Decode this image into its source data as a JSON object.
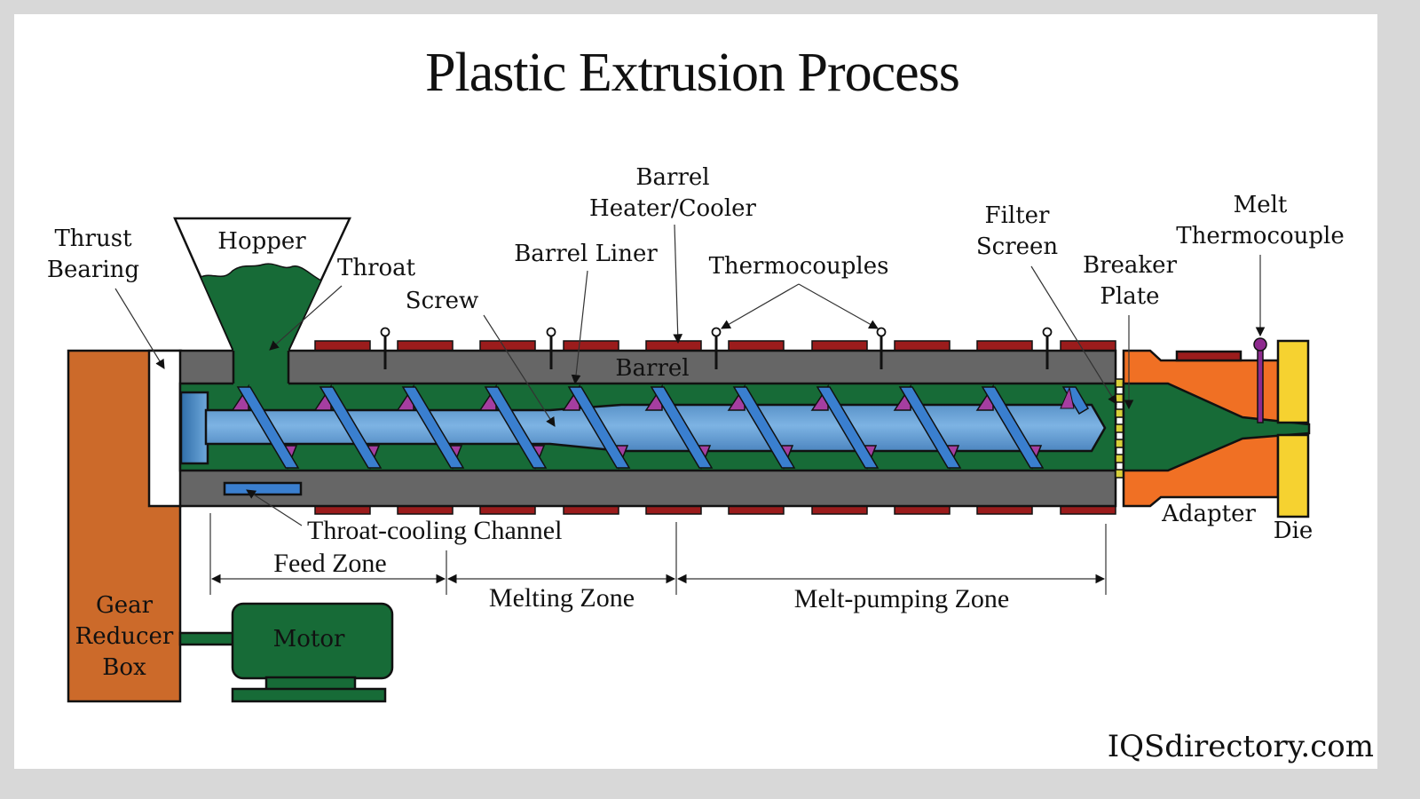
{
  "title": "Plastic Extrusion Process",
  "brand": "IQSdirectory.com",
  "colors": {
    "frame": "#d8d8d8",
    "background": "#ffffff",
    "gear_box": "#cc6a2a",
    "barrel": "#666666",
    "melt": "#176b37",
    "screw": "#6fa8dc",
    "screw_flight": "#3a7fcf",
    "flight_fill": "#a53ea0",
    "heater": "#9b1c1c",
    "adapter": "#f07024",
    "die": "#f6d230",
    "breaker_plate": "#d9d13a",
    "melt_thermocouple": "#8e2a8e",
    "motor": "#176b37"
  },
  "labels": {
    "thrust_bearing": [
      "Thrust",
      "Bearing"
    ],
    "hopper": "Hopper",
    "throat": "Throat",
    "screw": "Screw",
    "barrel_liner": "Barrel Liner",
    "barrel_heater": [
      "Barrel",
      "Heater/Cooler"
    ],
    "thermocouples": "Thermocouples",
    "filter_screen": [
      "Filter",
      "Screen"
    ],
    "breaker_plate": [
      "Breaker",
      "Plate"
    ],
    "melt_thermocouple": [
      "Melt",
      "Thermocouple"
    ],
    "barrel": "Barrel",
    "adapter": "Adapter",
    "die": "Die",
    "throat_cooling_channel": "Throat-cooling Channel",
    "gear_reducer_box": [
      "Gear",
      "Reducer",
      "Box"
    ],
    "motor": "Motor"
  },
  "zones": [
    {
      "name": "Feed Zone"
    },
    {
      "name": "Melting Zone"
    },
    {
      "name": "Melt-pumping Zone"
    }
  ]
}
